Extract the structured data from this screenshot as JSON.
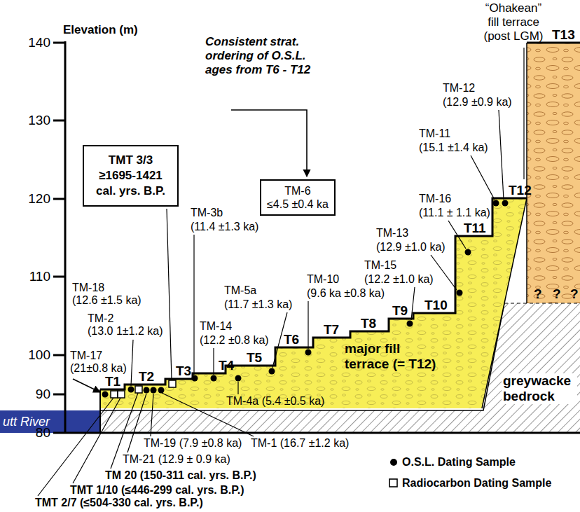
{
  "diagram": {
    "nodes": [
      {
        "text": [
          "TMT 3/3",
          "≥1695-1421",
          "cal. yrs. B.P."
        ]
      },
      {
        "text": [
          "TM-6",
          "≤4.5 ±0.4 ka"
        ]
      }
    ],
    "labels": [
      "Elevation (m)",
      "140",
      "130",
      "120",
      "110",
      "100",
      "90",
      "80",
      "“Ohakean” fill terrace (post LGM)",
      "T13",
      "Consistent strat. ordering of O.S.L. ages from T6 - T12",
      "TM-12",
      "(12.9 ±0.9 ka)",
      "TM-11",
      "(15.1 ±1.4 ka)",
      "T12",
      "TM-16",
      "(11.1 ± 1.1 ka)",
      "T11",
      "TM-13",
      "(12.9 ±1.0 ka)",
      "TM-3b",
      "(11.4 ±1.3 ka)",
      "TM-15",
      "(12.2 ±1.0 ka)",
      "TM-10",
      "(9.6 ka ±0.8 ka)",
      "TM-18",
      "(12.6 ±1.5 ka)",
      "TM-5a",
      "(11.7 ±1.3 ka)",
      "T10",
      "T9",
      "TM-2",
      "(13.0 1±1.2 ka)",
      "TM-14",
      "(12.2 ±0.8 ka)",
      "T8",
      "T7",
      "T6",
      "major fill terrace (= T12)",
      "TM-17",
      "(21±0.8 ka)",
      "T5",
      "T4",
      "T3",
      "T2",
      "T1",
      "?",
      "?",
      "?",
      "greywacke bedrock",
      "TM-4a (5.4 ±0.5 ka)",
      "utt River",
      "TM-19 (7.9 ±0.8 ka)",
      "TM-1 (16.7 ±1.2 ka)",
      "TM-21 (12.9 ± 0.9 ka)",
      "TM 20 (150-311 cal. yrs. B.P.)",
      "TMT 1/10 (≤446-299 cal. yrs. B.P.)",
      "TMT 2/7 (≤504-330 cal. yrs. B.P.)"
    ],
    "legend": [
      {
        "text": "O.S.L. Dating Sample"
      },
      {
        "text": "Radiocarbon Dating Sample"
      }
    ]
  }
}
